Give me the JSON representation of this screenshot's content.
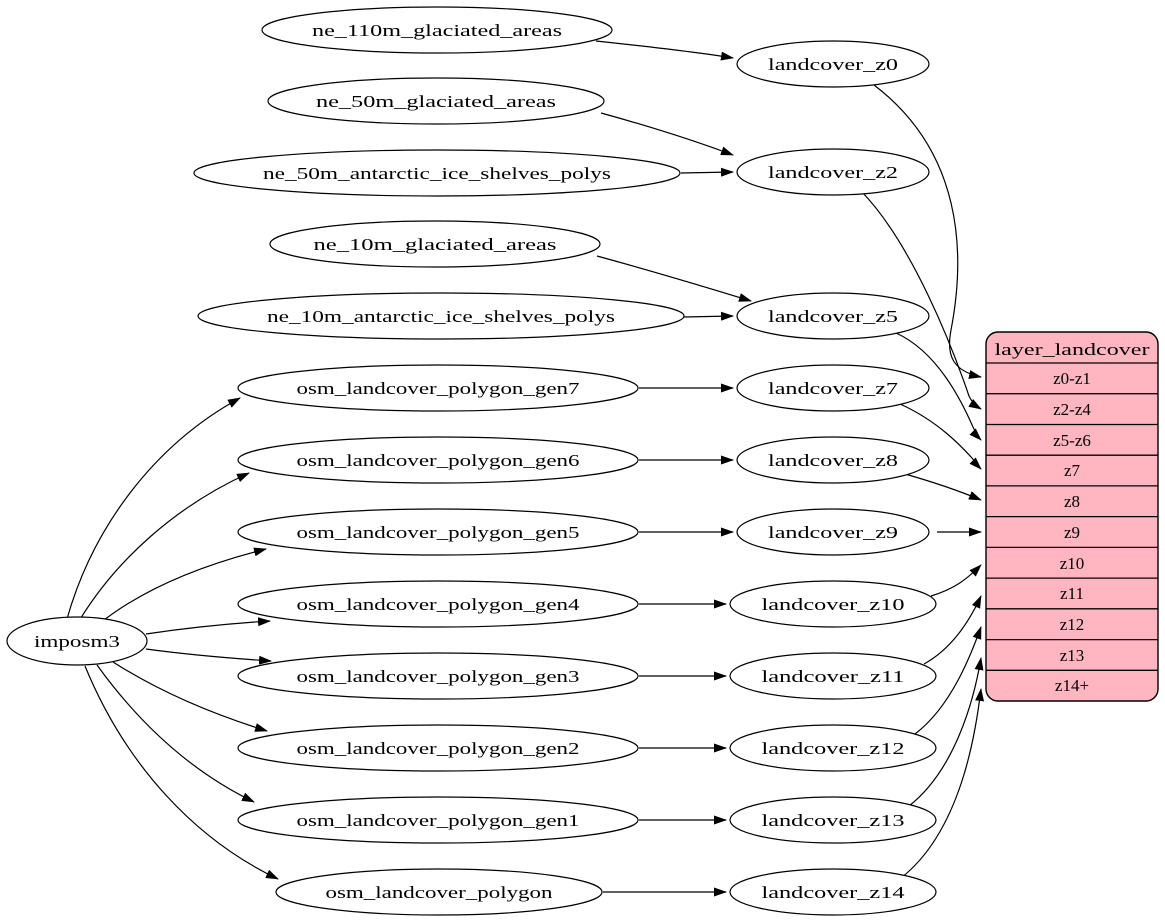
{
  "diagram": {
    "importer": {
      "label": "imposm3"
    },
    "sources": [
      {
        "label": "ne_110m_glaciated_areas"
      },
      {
        "label": "ne_50m_glaciated_areas"
      },
      {
        "label": "ne_50m_antarctic_ice_shelves_polys"
      },
      {
        "label": "ne_10m_glaciated_areas"
      },
      {
        "label": "ne_10m_antarctic_ice_shelves_polys"
      },
      {
        "label": "osm_landcover_polygon_gen7"
      },
      {
        "label": "osm_landcover_polygon_gen6"
      },
      {
        "label": "osm_landcover_polygon_gen5"
      },
      {
        "label": "osm_landcover_polygon_gen4"
      },
      {
        "label": "osm_landcover_polygon_gen3"
      },
      {
        "label": "osm_landcover_polygon_gen2"
      },
      {
        "label": "osm_landcover_polygon_gen1"
      },
      {
        "label": "osm_landcover_polygon"
      }
    ],
    "views": [
      {
        "label": "landcover_z0"
      },
      {
        "label": "landcover_z2"
      },
      {
        "label": "landcover_z5"
      },
      {
        "label": "landcover_z7"
      },
      {
        "label": "landcover_z8"
      },
      {
        "label": "landcover_z9"
      },
      {
        "label": "landcover_z10"
      },
      {
        "label": "landcover_z11"
      },
      {
        "label": "landcover_z12"
      },
      {
        "label": "landcover_z13"
      },
      {
        "label": "landcover_z14"
      }
    ],
    "layer_table": {
      "title": "layer_landcover",
      "fill_color": "#ffb6c1",
      "rows": [
        {
          "label": "z0-z1"
        },
        {
          "label": "z2-z4"
        },
        {
          "label": "z5-z6"
        },
        {
          "label": "z7"
        },
        {
          "label": "z8"
        },
        {
          "label": "z9"
        },
        {
          "label": "z10"
        },
        {
          "label": "z11"
        },
        {
          "label": "z12"
        },
        {
          "label": "z13"
        },
        {
          "label": "z14+"
        }
      ]
    },
    "edges": [
      {
        "from": "imposm3",
        "to": "osm_landcover_polygon_gen7"
      },
      {
        "from": "imposm3",
        "to": "osm_landcover_polygon_gen6"
      },
      {
        "from": "imposm3",
        "to": "osm_landcover_polygon_gen5"
      },
      {
        "from": "imposm3",
        "to": "osm_landcover_polygon_gen4"
      },
      {
        "from": "imposm3",
        "to": "osm_landcover_polygon_gen3"
      },
      {
        "from": "imposm3",
        "to": "osm_landcover_polygon_gen2"
      },
      {
        "from": "imposm3",
        "to": "osm_landcover_polygon_gen1"
      },
      {
        "from": "imposm3",
        "to": "osm_landcover_polygon"
      },
      {
        "from": "ne_110m_glaciated_areas",
        "to": "landcover_z0"
      },
      {
        "from": "ne_50m_glaciated_areas",
        "to": "landcover_z2"
      },
      {
        "from": "ne_50m_antarctic_ice_shelves_polys",
        "to": "landcover_z2"
      },
      {
        "from": "ne_10m_glaciated_areas",
        "to": "landcover_z5"
      },
      {
        "from": "ne_10m_antarctic_ice_shelves_polys",
        "to": "landcover_z5"
      },
      {
        "from": "osm_landcover_polygon_gen7",
        "to": "landcover_z7"
      },
      {
        "from": "osm_landcover_polygon_gen6",
        "to": "landcover_z8"
      },
      {
        "from": "osm_landcover_polygon_gen5",
        "to": "landcover_z9"
      },
      {
        "from": "osm_landcover_polygon_gen4",
        "to": "landcover_z10"
      },
      {
        "from": "osm_landcover_polygon_gen3",
        "to": "landcover_z11"
      },
      {
        "from": "osm_landcover_polygon_gen2",
        "to": "landcover_z12"
      },
      {
        "from": "osm_landcover_polygon_gen1",
        "to": "landcover_z13"
      },
      {
        "from": "osm_landcover_polygon",
        "to": "landcover_z14"
      },
      {
        "from": "landcover_z0",
        "to": "z0-z1"
      },
      {
        "from": "landcover_z2",
        "to": "z2-z4"
      },
      {
        "from": "landcover_z5",
        "to": "z5-z6"
      },
      {
        "from": "landcover_z7",
        "to": "z7"
      },
      {
        "from": "landcover_z8",
        "to": "z8"
      },
      {
        "from": "landcover_z9",
        "to": "z9"
      },
      {
        "from": "landcover_z10",
        "to": "z10"
      },
      {
        "from": "landcover_z11",
        "to": "z11"
      },
      {
        "from": "landcover_z12",
        "to": "z12"
      },
      {
        "from": "landcover_z13",
        "to": "z13"
      },
      {
        "from": "landcover_z14",
        "to": "z14+"
      }
    ]
  }
}
